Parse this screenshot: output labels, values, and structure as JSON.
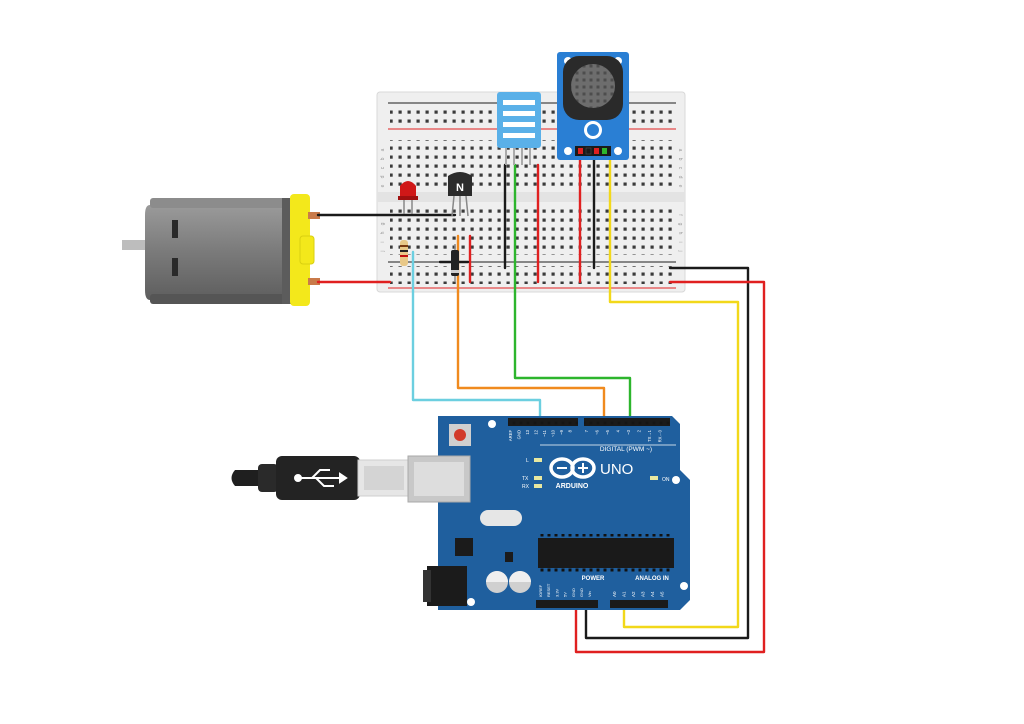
{
  "transistor": {
    "label": "N"
  },
  "arduino": {
    "brand": "ARDUINO",
    "model": "UNO",
    "digital_header": "DIGITAL (PWM ~)",
    "power_header": "POWER",
    "analog_header": "ANALOG IN",
    "on_label": "ON",
    "led_labels": [
      "L",
      "TX",
      "RX"
    ],
    "digital_pins": [
      "AREF",
      "GND",
      "13",
      "12",
      "~11",
      "~10",
      "~9",
      "8",
      "7",
      "~6",
      "~5",
      "4",
      "~3",
      "2",
      "TX→1",
      "RX←0"
    ],
    "power_pins": [
      "IOREF",
      "RESET",
      "3.3V",
      "5V",
      "GND",
      "GND",
      "Vin"
    ],
    "analog_pins": [
      "A0",
      "A1",
      "A2",
      "A3",
      "A4",
      "A5"
    ]
  },
  "breadboard": {
    "row_letters": [
      "a",
      "b",
      "c",
      "d",
      "e",
      "f",
      "g",
      "h",
      "i",
      "j"
    ],
    "column_numbers": [
      "1",
      "5",
      "10",
      "15",
      "20",
      "25",
      "30"
    ]
  },
  "colors": {
    "wire_black": "#1a1a1a",
    "wire_red": "#e02020",
    "wire_green": "#2db52d",
    "wire_orange": "#f08a1e",
    "wire_cyan": "#6ccfe0",
    "wire_yellow": "#f2d81a",
    "board_blue": "#1f5f9e",
    "sensor_blue": "#2a7fd4",
    "dht_blue": "#5ab0e8",
    "motor_gray": "#7d7d7d",
    "motor_yellow": "#f3e81b"
  },
  "icons": [
    "usb-icon",
    "arduino-logo-icon"
  ]
}
